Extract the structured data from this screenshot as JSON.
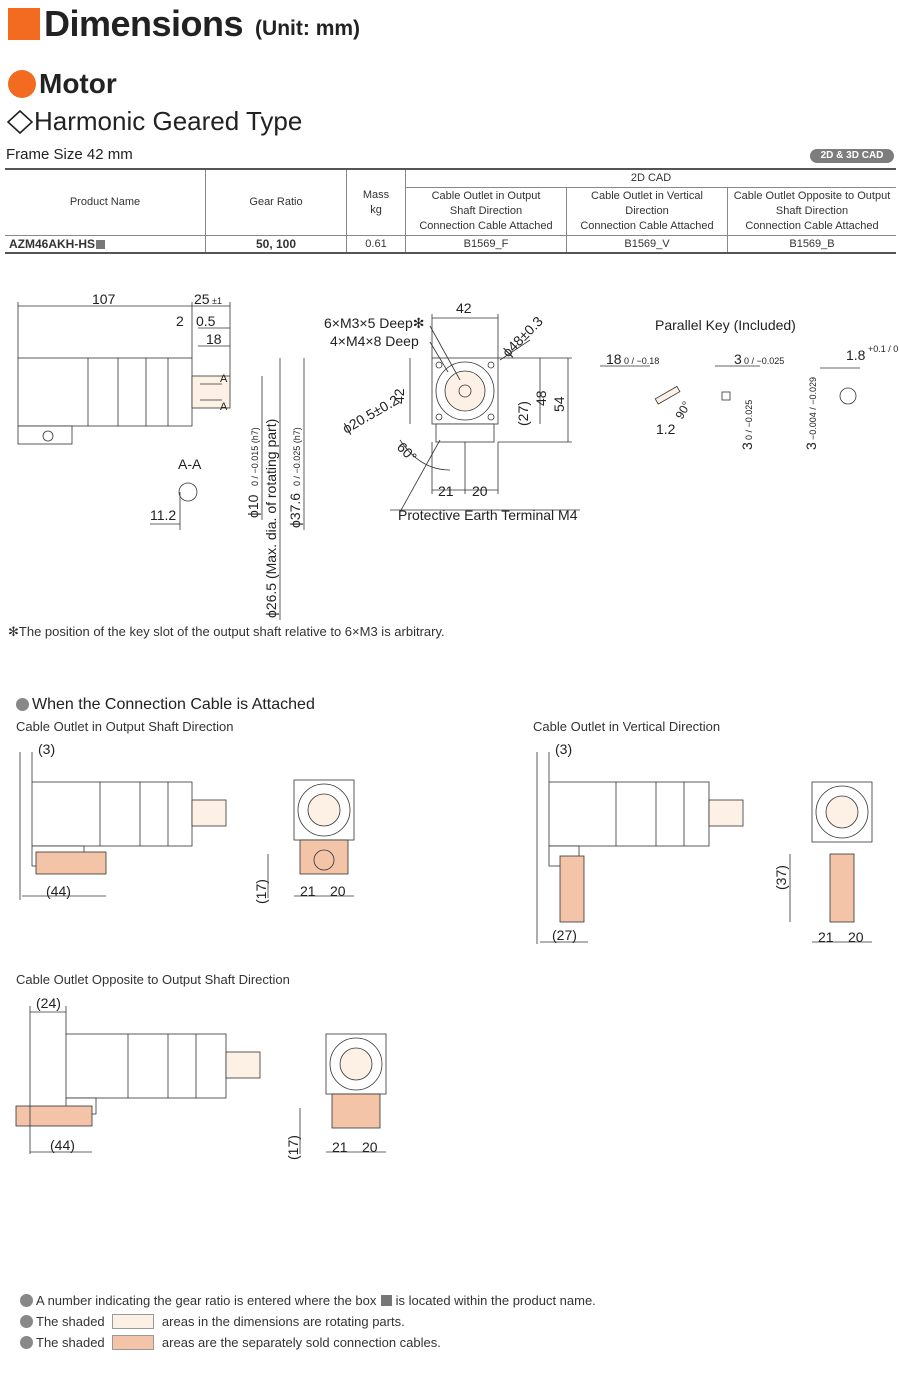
{
  "header": {
    "title": "Dimensions",
    "unit": "(Unit: mm)",
    "section": "Motor",
    "type": "Harmonic Geared Type",
    "frame": "Frame Size 42 mm",
    "cad_tag": "2D & 3D CAD"
  },
  "table": {
    "headers": {
      "product_name": "Product Name",
      "gear_ratio": "Gear Ratio",
      "mass_line1": "Mass",
      "mass_line2": "kg",
      "cad_group": "2D CAD",
      "cad1": [
        "Cable Outlet in Output",
        "Shaft Direction",
        "Connection Cable Attached"
      ],
      "cad2": [
        "Cable Outlet in Vertical",
        "Direction",
        "Connection Cable Attached"
      ],
      "cad3": [
        "Cable Outlet Opposite to Output",
        "Shaft Direction",
        "Connection Cable Attached"
      ]
    },
    "row": {
      "product": "AZM46AKH-HS",
      "gear_ratio": "50, 100",
      "mass": "0.61",
      "cad1": "B1569_F",
      "cad2": "B1569_V",
      "cad3": "B1569_B"
    }
  },
  "drawing": {
    "dim_107": "107",
    "dim_25": "25",
    "dim_25_tol": "±1",
    "dim_2": "2",
    "dim_05": "0.5",
    "dim_18": "18",
    "label_a": "A",
    "section_aa": "A-A",
    "dim_112": "11.2",
    "dia_10": "ϕ10",
    "dia_10_tol": "0 / −0.015 (h7)",
    "dia_26": "ϕ26.5 (Max. dia. of rotating part)",
    "dia_37": "ϕ37.6",
    "dia_37_tol": "0 / −0.025 (h7)",
    "dim_42_top": "42",
    "m3": "6×M3×5 Deep✻",
    "m4": "4×M4×8 Deep",
    "dia_48": "ϕ48±0.3",
    "dim_42_side": "42",
    "dim_27p": "(27)",
    "dim_48": "48",
    "dim_54": "54",
    "dia_205": "ϕ20.5±0.2",
    "angle_60": "60°",
    "dim_21": "21",
    "dim_20": "20",
    "pe_terminal": "Protective Earth Terminal M4",
    "parallel_key": "Parallel Key (Included)",
    "key_18": "18",
    "key_18_tol": "0 / −0.18",
    "key_90": "90°",
    "key_12": "1.2",
    "key_3a": "3",
    "key_3a_tol": "0 / −0.025",
    "key_3b": "3",
    "key_3b_tol": "0 / −0.025",
    "key_3c": "3",
    "key_3c_tol": "−0.004 / −0.029",
    "key_18b": "1.8",
    "key_18b_tol": "+0.1 / 0"
  },
  "footnote": "✻The position of the key slot of the output shaft relative to 6×M3 is arbitrary.",
  "cable_section": {
    "title": "When the Connection Cable is Attached",
    "output": {
      "label": "Cable Outlet in Output Shaft Direction",
      "d3": "(3)",
      "d44": "(44)",
      "d17": "(17)",
      "d21": "21",
      "d20": "20"
    },
    "vertical": {
      "label": "Cable Outlet in Vertical Direction",
      "d3": "(3)",
      "d27": "(27)",
      "d37": "(37)",
      "d21": "21",
      "d20": "20"
    },
    "opposite": {
      "label": "Cable Outlet Opposite to Output Shaft Direction",
      "d24": "(24)",
      "d44": "(44)",
      "d17": "(17)",
      "d21": "21",
      "d20": "20"
    }
  },
  "legend": {
    "item1_a": "A number indicating the gear ratio is entered where the box",
    "item1_b": "is located within the product name.",
    "item2_a": "The shaded",
    "item2_b": "areas in the dimensions are rotating parts.",
    "item3_a": "The shaded",
    "item3_b": "areas are the separately sold connection cables."
  },
  "colors": {
    "accent": "#f26b21",
    "rotating": "#fdf0e4",
    "cable": "#f4c4a8"
  }
}
